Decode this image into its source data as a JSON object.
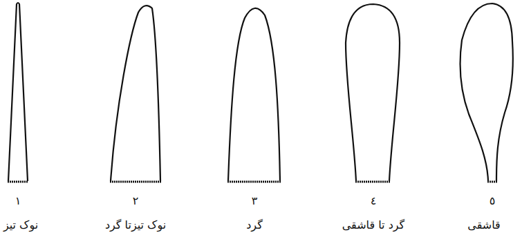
{
  "diagram": {
    "labels": [
      "١",
      "نوک تیز",
      "٢",
      "نوک تیزتا گرد",
      "٣",
      "گرد",
      "٤",
      "گرد تا قاشقی",
      "٥",
      "قاشقی"
    ]
  }
}
